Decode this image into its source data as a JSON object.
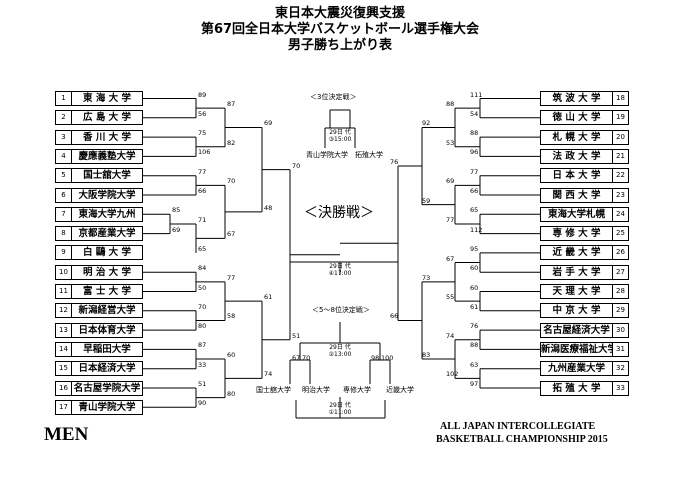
{
  "title_lines": [
    "東日本大震災復興支援",
    "第67回全日本大学バスケットボール選手権大会",
    "男子勝ち上がり表"
  ],
  "left_teams": [
    {
      "seed": "1",
      "name": "東 海 大 学"
    },
    {
      "seed": "2",
      "name": "広 島 大 学"
    },
    {
      "seed": "3",
      "name": "香 川 大 学"
    },
    {
      "seed": "4",
      "name": "慶應義塾大学"
    },
    {
      "seed": "5",
      "name": "国士舘大学"
    },
    {
      "seed": "6",
      "name": "大阪学院大学"
    },
    {
      "seed": "7",
      "name": "東海大学九州"
    },
    {
      "seed": "8",
      "name": "京都産業大学"
    },
    {
      "seed": "9",
      "name": "白 鷗 大 学"
    },
    {
      "seed": "10",
      "name": "明 治 大 学"
    },
    {
      "seed": "11",
      "name": "富 士 大 学"
    },
    {
      "seed": "12",
      "name": "新潟経営大学"
    },
    {
      "seed": "13",
      "name": "日本体育大学"
    },
    {
      "seed": "14",
      "name": "早稲田大学"
    },
    {
      "seed": "15",
      "name": "日本経済大学"
    },
    {
      "seed": "16",
      "name": "名古屋学院大学"
    },
    {
      "seed": "17",
      "name": "青山学院大学"
    }
  ],
  "right_teams": [
    {
      "seed": "18",
      "name": "筑 波 大 学"
    },
    {
      "seed": "19",
      "name": "徳 山 大 学"
    },
    {
      "seed": "20",
      "name": "札 幌 大 学"
    },
    {
      "seed": "21",
      "name": "法 政 大 学"
    },
    {
      "seed": "22",
      "name": "日 本 大 学"
    },
    {
      "seed": "23",
      "name": "関 西 大 学"
    },
    {
      "seed": "24",
      "name": "東海大学札幌"
    },
    {
      "seed": "25",
      "name": "専 修 大 学"
    },
    {
      "seed": "26",
      "name": "近 畿 大 学"
    },
    {
      "seed": "27",
      "name": "岩 手 大 学"
    },
    {
      "seed": "28",
      "name": "天 理 大 学"
    },
    {
      "seed": "29",
      "name": "中 京 大 学"
    },
    {
      "seed": "30",
      "name": "名古屋経済大学"
    },
    {
      "seed": "31",
      "name": "新潟医療福祉大学"
    },
    {
      "seed": "32",
      "name": "九州産業大学"
    },
    {
      "seed": "33",
      "name": "拓 殖 大 学"
    }
  ],
  "left_scores": {
    "r1": [
      [
        "89",
        "56"
      ],
      [
        "75",
        "106"
      ],
      [
        "77",
        "66"
      ],
      [
        "85",
        "69"
      ],
      [
        "84",
        "50"
      ],
      [
        "70",
        "80"
      ],
      [
        "87",
        "33"
      ],
      [
        "51",
        "90"
      ]
    ],
    "r2": [
      [
        "87",
        "82"
      ],
      [
        "70",
        "67"
      ],
      [
        "77",
        "58"
      ],
      [
        "60",
        "80"
      ]
    ],
    "r2b": [
      "71",
      "65"
    ],
    "r3": [
      [
        "69",
        "48"
      ],
      [
        "61",
        "74"
      ]
    ],
    "final": [
      "70",
      "51"
    ]
  },
  "right_scores": {
    "r1": [
      [
        "111",
        "54"
      ],
      [
        "88",
        "96"
      ],
      [
        "77",
        "66"
      ],
      [
        "65",
        "112"
      ],
      [
        "95",
        "60"
      ],
      [
        "60",
        "61"
      ],
      [
        "76",
        "88"
      ],
      [
        "63",
        "97"
      ]
    ],
    "r2": [
      [
        "88",
        "53"
      ],
      [
        "69",
        "77"
      ],
      [
        "67",
        "55"
      ],
      [
        "74",
        "102"
      ]
    ],
    "r3": [
      [
        "92",
        "59"
      ],
      [
        "73",
        "83"
      ]
    ],
    "final": [
      "76",
      "66"
    ]
  },
  "third_place": {
    "label": "＜3位決定戦＞",
    "info1": "29日 代",
    "info2": "③15:00",
    "team_a": "青山学院大学",
    "team_b": "拓殖大学"
  },
  "final_match": {
    "label": "＜決勝戦＞",
    "info1": "29日 代",
    "info2": "④17:00"
  },
  "placement": {
    "label": "＜5～8位決定戦＞",
    "info_top1": "29日 代",
    "info_top2": "②13:00",
    "info_bot1": "29日 代",
    "info_bot2": "①11:00",
    "teams": [
      "国士舘大学",
      "明治大学",
      "専修大学",
      "近畿大学"
    ],
    "scores": [
      "67",
      "70",
      "98",
      "100"
    ]
  },
  "footer": {
    "men": "MEN",
    "line1": "ALL JAPAN INTERCOLLEGIATE",
    "line2": "BASKETBALL CHAMPIONSHIP 2015"
  }
}
